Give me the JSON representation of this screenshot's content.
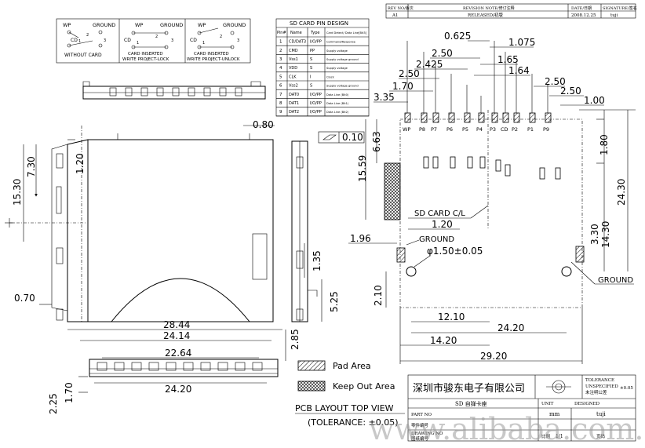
{
  "title_block": {
    "rev_header": "REV NO/版次",
    "note_header": "REVISION NOTE/修订注释",
    "date_header": "DATE/日期",
    "sign_header": "SIGNATURE/签名",
    "rev": "A1",
    "note": "RELEASED/初版",
    "date": "2008.12.25",
    "sign": "tuji"
  },
  "switch_diagrams": {
    "wp": "WP",
    "ground": "GROUND",
    "cd": "CD",
    "n1": "1",
    "n2": "2",
    "n3": "3",
    "without_card": "WITHOUT CARD",
    "inserted_lock_1": "CARD INSERTED",
    "inserted_lock_2": "WRITE PROJECT-LOCK",
    "inserted_unlock_1": "CARD INSERTED",
    "inserted_unlock_2": "WRITE PROJECT-UNLOCK"
  },
  "pin_table": {
    "title": "SD CARD PIN DESIGN",
    "headers": [
      "Pin#",
      "Name",
      "Type",
      "Card Detect/ Data Line[Bit3]"
    ],
    "rows": [
      [
        "1",
        "CD/DAT3",
        "I/O/PP",
        "Command/Response"
      ],
      [
        "2",
        "CMD",
        "PP",
        "Supply voltage"
      ],
      [
        "3",
        "Vss1",
        "S",
        "Supply voltage ground"
      ],
      [
        "4",
        "VDD",
        "S",
        "Supply voltage"
      ],
      [
        "5",
        "CLK",
        "I",
        "Clock"
      ],
      [
        "6",
        "Vss2",
        "S",
        "Supply voltage ground"
      ],
      [
        "7",
        "DAT0",
        "I/O/PP",
        "Data Line (Bit0)"
      ],
      [
        "8",
        "DAT1",
        "I/O/PP",
        "Data Line (Bit1)"
      ],
      [
        "9",
        "DAT2",
        "I/O/PP",
        "Data Line (Bit2)"
      ]
    ]
  },
  "dims_top": [
    "0.625",
    "1.075",
    "2.50",
    "1.65",
    "2.50",
    "1.64",
    "2.425",
    "2.50",
    "1.70",
    "2.50",
    "3.35",
    "1.00"
  ],
  "pin_labels": [
    "WP",
    "P8",
    "P7",
    "P6",
    "P5",
    "P4",
    "P3",
    "CD",
    "P2",
    "P1",
    "P9"
  ],
  "dims_front": {
    "d080": "0.80",
    "d120": "1.20",
    "d730": "7.30",
    "d1530": "15.30",
    "d070": "0.70",
    "d135": "1.35",
    "d525": "5.25",
    "d2844": "28.44",
    "d2414": "24.14",
    "d2264": "22.64",
    "d2420": "24.20",
    "d285": "2.85",
    "d225": "2.25",
    "d170": "1.70"
  },
  "flatness": "0.10",
  "dims_pcb": {
    "d663": "6.63",
    "d1559": "15.59",
    "d180": "1.80",
    "d2430": "24.30",
    "d330": "3.30",
    "d1430": "14.30",
    "d120": "1.20",
    "d196": "1.96",
    "hole": "φ1.50±0.05",
    "d210": "2.10",
    "d1210": "12.10",
    "d2420": "24.20",
    "d1420": "14.20",
    "d2920": "29.20"
  },
  "labels": {
    "sd_card_cl": "SD CARD C/L",
    "ground_left": "GROUND",
    "ground_right": "GROUND",
    "pad_area": "Pad Area",
    "keep_out": "Keep Out Area",
    "pcb_view": "PCB LAYOUT TOP VIEW",
    "tolerance": "(TOLERANCE: ±0.05)"
  },
  "company_block": {
    "company": "深圳市骏东电子有限公司",
    "tol_1": "TOLERANCE",
    "tol_2": "UNSPECIFIED",
    "tol_3": "未注明公差",
    "tol_val": "±0.05",
    "part": "SD 自弹卡座",
    "unit_label": "UNIT",
    "unit": "mm",
    "designed_label": "DESIGNED",
    "designer": "tuji",
    "part_no_label": "PART NO",
    "part_no_cn": "零件编号",
    "drawing_no_label": "DRAWING NO",
    "drawing_no_cn": "图纸编号",
    "scale_label": "比例",
    "scale": "1/1",
    "sheet": "页码"
  },
  "watermark": "www.alibaba.com.cn"
}
